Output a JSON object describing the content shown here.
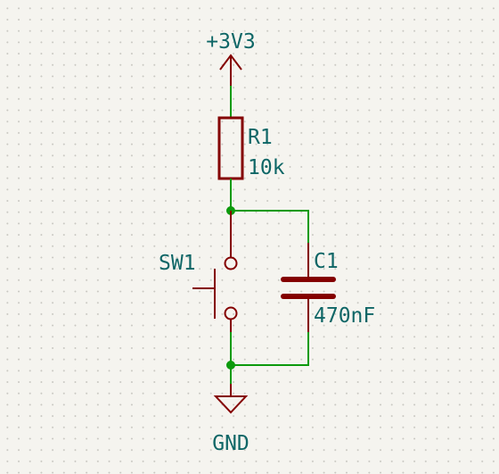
{
  "schematic": {
    "power": {
      "name": "+3V3"
    },
    "ground": {
      "name": "GND"
    },
    "resistor": {
      "ref": "R1",
      "value": "10k"
    },
    "switch": {
      "ref": "SW1"
    },
    "capacitor": {
      "ref": "C1",
      "value": "470nF"
    }
  },
  "colors": {
    "wire": "#0c9a0c",
    "symbol": "#840000",
    "label": "#0e6666",
    "background": "#f5f4ef"
  }
}
